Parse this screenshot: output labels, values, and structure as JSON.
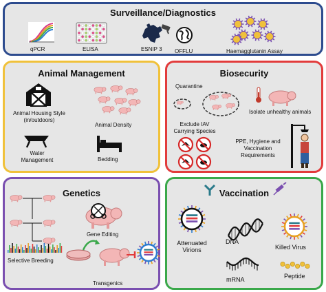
{
  "colors": {
    "surveillance_border": "#2d4b8e",
    "animal_border": "#f0c13a",
    "biosecurity_border": "#e23b3b",
    "genetics_border": "#7a4fb0",
    "vaccination_border": "#3aa84a",
    "panel_fill": "#e6e6e6"
  },
  "surveillance": {
    "title": "Surveillance/Diagnostics",
    "items": [
      {
        "label": "qPCR",
        "icon": "qpcr-curves-icon"
      },
      {
        "label": "ELISA",
        "icon": "elisa-plate-icon"
      },
      {
        "label": "ESNIP 3",
        "icon": "europe-map-icon"
      },
      {
        "label": "OFFLU",
        "icon": "globe-icon"
      },
      {
        "label": "Haemagglutanin Assay",
        "icon": "virus-cluster-icon"
      }
    ]
  },
  "animal_management": {
    "title": "Animal Management",
    "items": [
      {
        "label": "Animal Housing Style (in/outdoors)",
        "icon": "barn-icon"
      },
      {
        "label": "Animal Density",
        "icon": "pig-herd-icon"
      },
      {
        "label": "Water Management",
        "icon": "water-trough-icon"
      },
      {
        "label": "Bedding",
        "icon": "bed-icon"
      }
    ]
  },
  "biosecurity": {
    "title": "Biosecurity",
    "items": [
      {
        "label": "Quarantine",
        "icon": "quarantine-icon"
      },
      {
        "label": "Isolate unhealthy animals",
        "icon": "thermometer-pig-icon"
      },
      {
        "label": "Exclude IAV Carrying Species",
        "icon": "no-animals-icon"
      },
      {
        "label": "PPE, Hygiene and Vaccination Requirements",
        "icon": "farmer-shower-icon"
      }
    ]
  },
  "genetics": {
    "title": "Genetics",
    "items": [
      {
        "label": "Selective Breeding",
        "icon": "pedigree-icon"
      },
      {
        "label": "Gene Editing",
        "icon": "scissors-pig-icon"
      },
      {
        "label": "Transgenics",
        "icon": "transgenic-pig-icon"
      }
    ]
  },
  "vaccination": {
    "title": "Vaccination",
    "items": [
      {
        "label": "Attenuated Virions",
        "icon": "attenuated-virus-icon"
      },
      {
        "label": "DNA",
        "icon": "dna-icon"
      },
      {
        "label": "Killed Virus",
        "icon": "killed-virus-icon"
      },
      {
        "label": "mRNA",
        "icon": "mrna-icon"
      },
      {
        "label": "Peptide",
        "icon": "peptide-icon"
      }
    ]
  }
}
